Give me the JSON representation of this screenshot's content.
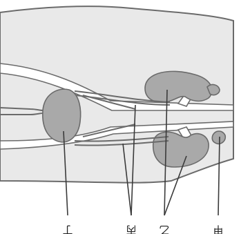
{
  "labels": {
    "jia": "甲",
    "yi": "乙",
    "bing": "丙",
    "ding": "丁"
  },
  "colors": {
    "organ_fill": "#a9a9a9",
    "outline": "#6a6a6a",
    "background": "#e9e9e9"
  }
}
